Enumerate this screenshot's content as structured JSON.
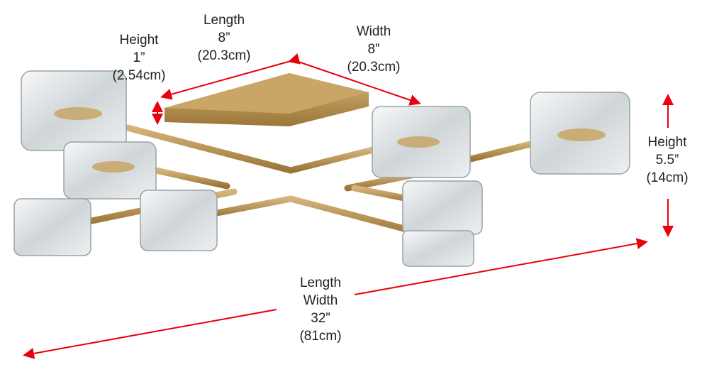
{
  "labels": {
    "top_height": {
      "title": "Height",
      "imperial": "1”",
      "metric": "(2.54cm)"
    },
    "top_length": {
      "title": "Length",
      "imperial": "8”",
      "metric": "(20.3cm)"
    },
    "top_width": {
      "title": "Width",
      "imperial": "8”",
      "metric": "(20.3cm)"
    },
    "overall_height": {
      "title": "Height",
      "imperial": "5.5”",
      "metric": "(14cm)"
    },
    "overall_length_width": {
      "title1": "Length",
      "title2": "Width",
      "imperial": "32”",
      "metric": "(81cm)"
    }
  },
  "colors": {
    "arrow": "#e8000b",
    "brass": "#b58d4e",
    "glass": "#e6eaec"
  }
}
